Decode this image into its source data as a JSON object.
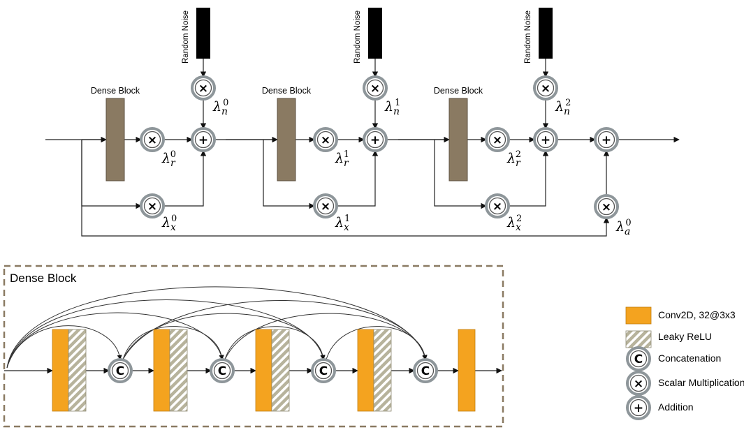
{
  "labels": {
    "dense_block": "Dense Block",
    "random_noise": "Random Noise",
    "dense_block_panel_title": "Dense Block"
  },
  "glyphs": {
    "mul": "×",
    "add": "+",
    "concat": "C"
  },
  "coefficients": {
    "r": [
      "0",
      "1",
      "2"
    ],
    "x": [
      "0",
      "1",
      "2"
    ],
    "n": [
      "0",
      "1",
      "2"
    ],
    "a": "0",
    "symbol": "λ",
    "sub_r": "r",
    "sub_x": "x",
    "sub_n": "n",
    "sub_a": "a"
  },
  "legend": {
    "conv": "Conv2D, 32@3x3",
    "relu": "Leaky ReLU",
    "concat": "Concatenation",
    "scalar": "Scalar Multiplication",
    "addition": "Addition"
  },
  "colors": {
    "dense_block": "#8a7a62",
    "conv": "#f4a31f",
    "relu_base": "#b7b39c",
    "noise": "#000000",
    "node_ring": "#8e969a",
    "frame": "#8a7a62",
    "line": "#222222"
  },
  "icons": {
    "mul": "times-glyph",
    "add": "plus-glyph",
    "concat": "letter-c-glyph"
  }
}
